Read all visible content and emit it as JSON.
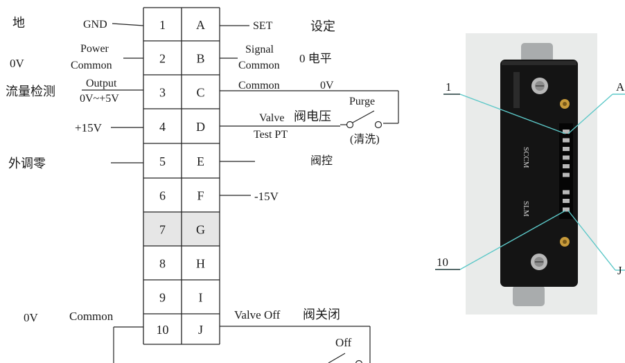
{
  "pin_rows": [
    {
      "num": "1",
      "letter": "A"
    },
    {
      "num": "2",
      "letter": "B"
    },
    {
      "num": "3",
      "letter": "C"
    },
    {
      "num": "4",
      "letter": "D"
    },
    {
      "num": "5",
      "letter": "E"
    },
    {
      "num": "6",
      "letter": "F"
    },
    {
      "num": "7",
      "letter": "G",
      "shaded": true
    },
    {
      "num": "8",
      "letter": "H"
    },
    {
      "num": "9",
      "letter": "I"
    },
    {
      "num": "10",
      "letter": "J"
    }
  ],
  "left_labels": {
    "ground_cn": "地",
    "gnd": "GND",
    "zero_v_1": "0V",
    "power": "Power",
    "common_2": "Common",
    "flow_detect_cn": "流量检测",
    "output": "Output",
    "output_range": "0V~+5V",
    "plus15v": "+15V",
    "ext_zero_cn": "外调零",
    "zero_v_10": "0V",
    "common_10": "Common"
  },
  "right_labels": {
    "set": "SET",
    "set_cn": "设定",
    "signal": "Signal",
    "signal_common": "Common",
    "zero_level_cn": "0 电平",
    "common_c": "Common",
    "zero_v_c": "0V",
    "purge": "Purge",
    "valve": "Valve",
    "valve_voltage_cn": "阀电压",
    "test_pt": "Test PT",
    "purge_cn": "(清洗)",
    "valve_ctrl_cn": "阀控",
    "minus15v": "-15V",
    "valve_off": "Valve Off",
    "valve_off_cn": "阀关闭",
    "off": "Off"
  },
  "photo": {
    "callout_1": "1",
    "callout_a": "A",
    "callout_10": "10",
    "callout_j": "J",
    "body_text_sccm": "SCCM",
    "body_text_slm": "SLM"
  },
  "colors": {
    "leader_line": "#5cc8c8",
    "shaded_cell": "#e6e6e6",
    "device_body": "#141414"
  }
}
